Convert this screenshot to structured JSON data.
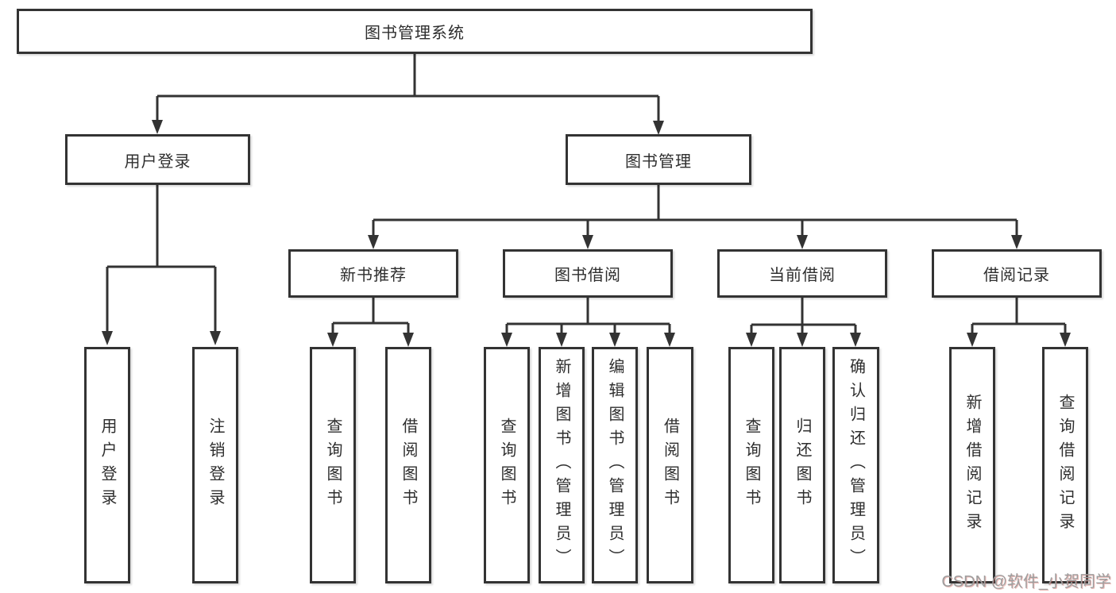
{
  "diagram_type": "hierarchy-tree",
  "watermark": "CSDN @软件_小贺同学",
  "colors": {
    "background": "#ffffff",
    "box_border": "#333333",
    "box_fill": "#ffffff",
    "connector_line": "#333333",
    "text": "#2e2e2e",
    "watermark_text": "#9e9e9e"
  },
  "tree": {
    "label": "图书管理系统",
    "children": [
      {
        "label": "用户登录",
        "children": [
          {
            "label": "用户登录"
          },
          {
            "label": "注销登录"
          }
        ]
      },
      {
        "label": "图书管理",
        "children": [
          {
            "label": "新书推荐",
            "children": [
              {
                "label": "查询图书"
              },
              {
                "label": "借阅图书"
              }
            ]
          },
          {
            "label": "图书借阅",
            "children": [
              {
                "label": "查询图书"
              },
              {
                "label": "新增图书（管理员）"
              },
              {
                "label": "编辑图书（管理员）"
              },
              {
                "label": "借阅图书"
              }
            ]
          },
          {
            "label": "当前借阅",
            "children": [
              {
                "label": "查询图书"
              },
              {
                "label": "归还图书"
              },
              {
                "label": "确认归还（管理员）"
              }
            ]
          },
          {
            "label": "借阅记录",
            "children": [
              {
                "label": "新增借阅记录"
              },
              {
                "label": "查询借阅记录"
              }
            ]
          }
        ]
      }
    ]
  }
}
